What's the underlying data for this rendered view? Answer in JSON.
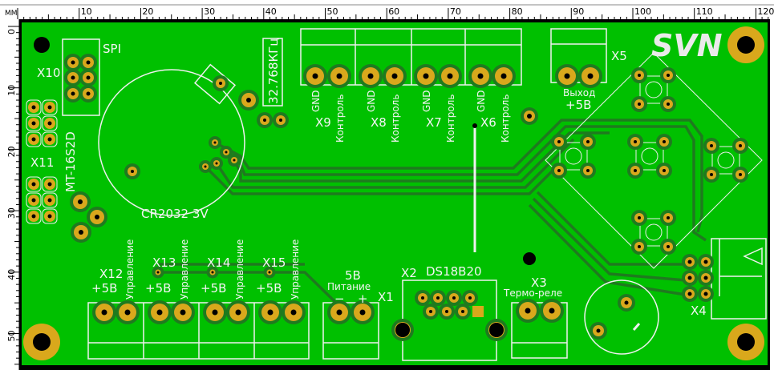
{
  "ruler": {
    "unit": "MM",
    "x_labels": [
      "10",
      "20",
      "30",
      "40",
      "50",
      "60",
      "70",
      "80",
      "90",
      "100",
      "110",
      "120"
    ],
    "y_labels": [
      "0",
      "10",
      "20",
      "30",
      "40",
      "50"
    ]
  },
  "colors": {
    "board": "#00c000",
    "copper_pad": "#d9a81c",
    "trace": "#1f7a1f",
    "silkscreen": "#f0f0f0",
    "border": "#000000"
  },
  "logo": "SVN",
  "labels": {
    "spi": "SPI",
    "x10": "X10",
    "x11": "X11",
    "mt": "MT-16S2D",
    "battery": "CR2032 3V",
    "crystal": "32.768КГц",
    "x9": "X9",
    "x8": "X8",
    "x7": "X7",
    "x6": "X6",
    "gnd": "GND",
    "control": "Контроль",
    "x5": "X5",
    "out1": "Выход",
    "out2": "+5В",
    "x12": "X12",
    "x13": "X13",
    "x14": "X14",
    "x15": "X15",
    "plus5": "+5В",
    "manage": "Управление",
    "x1": "X1",
    "pwr1": "5В",
    "pwr2": "Питание",
    "minus": "−",
    "plus": "+",
    "x2": "X2",
    "ds": "DS18B20",
    "x3": "X3",
    "relay": "Термо-реле",
    "x4": "X4"
  }
}
